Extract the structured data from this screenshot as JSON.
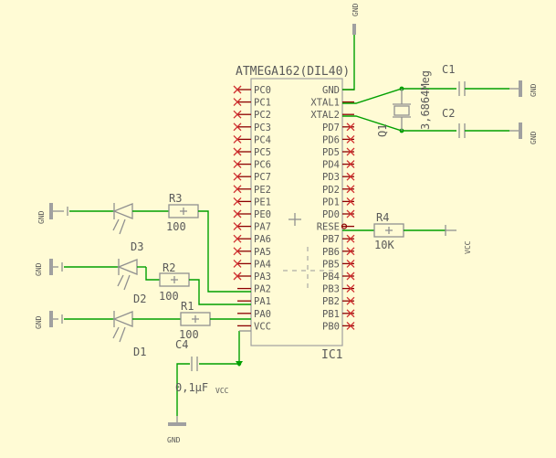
{
  "ic": {
    "name": "ATMEGA162(DIL40)",
    "ref": "IC1"
  },
  "pins_left": [
    "PC0",
    "PC1",
    "PC2",
    "PC3",
    "PC4",
    "PC5",
    "PC6",
    "PC7",
    "PE2",
    "PE1",
    "PE0",
    "PA7",
    "PA6",
    "PA5",
    "PA4",
    "PA3",
    "PA2",
    "PA1",
    "PA0",
    "VCC"
  ],
  "pins_right": [
    "GND",
    "XTAL1",
    "XTAL2",
    "PD7",
    "PD6",
    "PD5",
    "PD4",
    "PD3",
    "PD2",
    "PD1",
    "PD0",
    "RESE",
    "PB7",
    "PB6",
    "PB5",
    "PB4",
    "PB3",
    "PB2",
    "PB1",
    "PB0"
  ],
  "components": {
    "r1": {
      "ref": "R1",
      "value": "100"
    },
    "r2": {
      "ref": "R2",
      "value": "100"
    },
    "r3": {
      "ref": "R3",
      "value": "100"
    },
    "r4": {
      "ref": "R4",
      "value": "10K"
    },
    "d1": {
      "ref": "D1"
    },
    "d2": {
      "ref": "D2"
    },
    "d3": {
      "ref": "D3"
    },
    "c1": {
      "ref": "C1"
    },
    "c2": {
      "ref": "C2"
    },
    "c4": {
      "ref": "C4",
      "value": "0,1μF"
    },
    "q1": {
      "ref": "Q1",
      "value": "3,6864Meg"
    }
  },
  "supply": {
    "gnd": "GND",
    "vcc": "VCC"
  }
}
